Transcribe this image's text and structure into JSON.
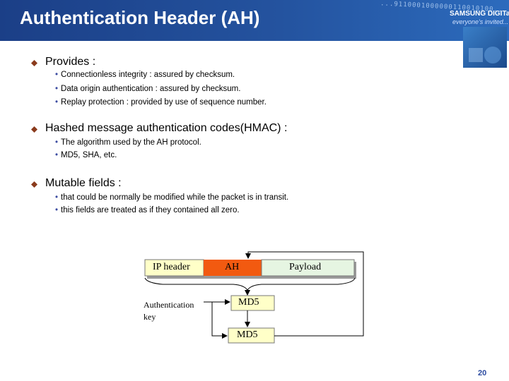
{
  "slide": {
    "title": "Authentication Header (AH)",
    "header_code": "...9110001000000110010100...",
    "logo": {
      "brand": "SAMSUNG DIGITall",
      "tagline": "everyone's invited..."
    },
    "page_number": "20"
  },
  "sections": [
    {
      "heading": "Provides :",
      "items": [
        "Connectionless integrity : assured by checksum.",
        "Data origin authentication : assured by checksum.",
        "Replay protection : provided by use of sequence number."
      ]
    },
    {
      "heading": "Hashed message authentication codes(HMAC) :",
      "items": [
        "The algorithm used by the AH protocol.",
        "MD5, SHA, etc."
      ]
    },
    {
      "heading": "Mutable fields :",
      "items": [
        "that could be normally be modified while the packet is in transit.",
        "this fields are treated as if they contained all zero."
      ]
    }
  ],
  "diagram": {
    "ip_header": "IP header",
    "ah": "AH",
    "payload": "Payload",
    "md5_top": "MD5",
    "md5_bottom": "MD5",
    "auth_key_line1": "Authentication",
    "auth_key_line2": "key"
  },
  "colors": {
    "header_blue": "#24539f",
    "ah_orange": "#f25a10",
    "box_yellow": "#ffffc8",
    "payload_green": "#e6f5e2",
    "bullet_brown": "#8a3a1c",
    "page_number_blue": "#2a4aa0"
  }
}
